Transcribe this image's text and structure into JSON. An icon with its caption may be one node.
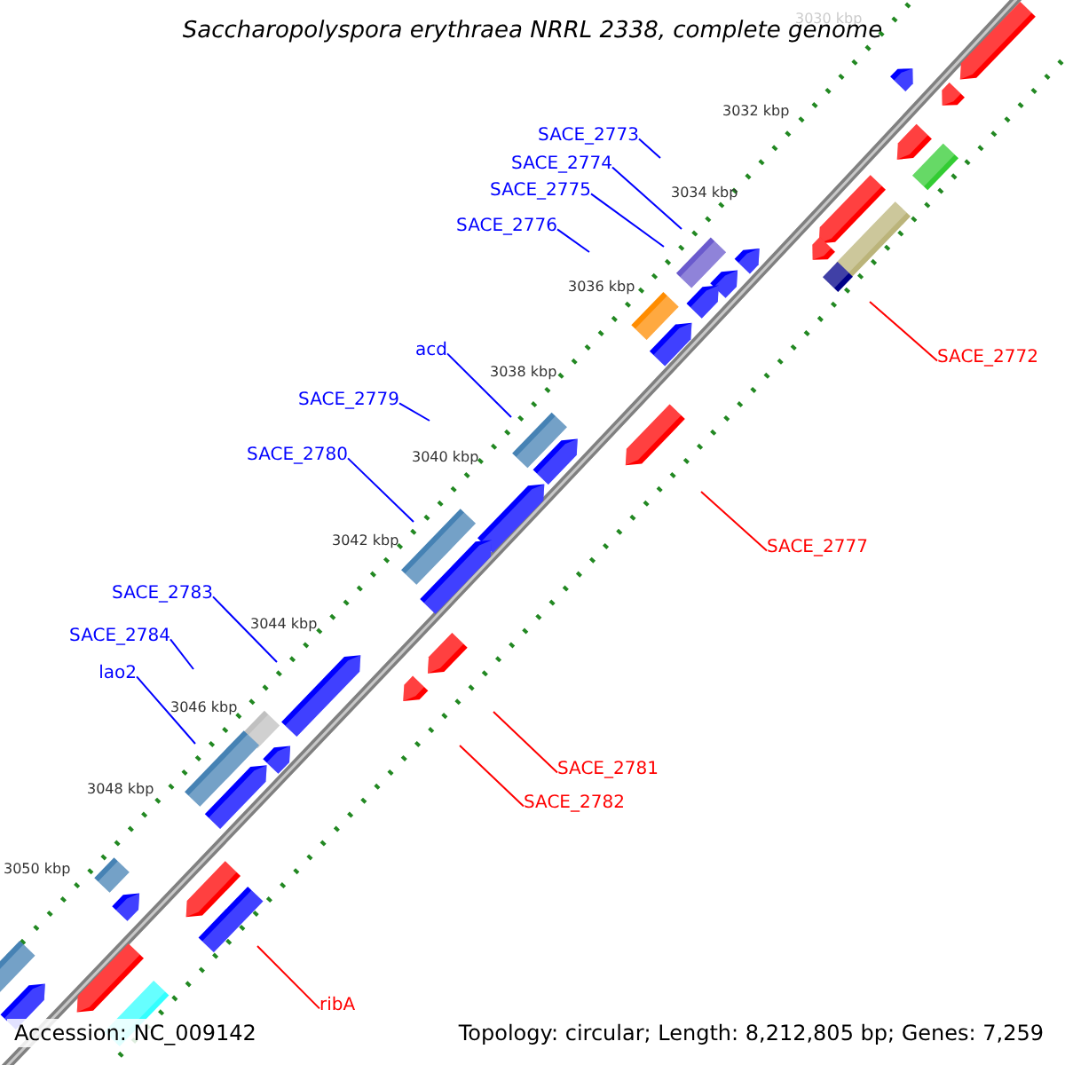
{
  "diagram": {
    "title": "Saccharopolyspora erythraea NRRL 2338, complete genome",
    "nodes": [
      {
        "text": [
          "SACE_2773"
        ]
      },
      {
        "text": [
          "SACE_2774"
        ]
      },
      {
        "text": [
          "SACE_2775"
        ]
      },
      {
        "text": [
          "SACE_2776"
        ]
      },
      {
        "text": [
          "acd"
        ]
      },
      {
        "text": [
          "SACE_2772"
        ]
      },
      {
        "text": [
          "SACE_2779"
        ]
      },
      {
        "text": [
          "SACE_2780"
        ]
      },
      {
        "text": [
          "SACE_2777"
        ]
      },
      {
        "text": [
          "SACE_2783"
        ]
      },
      {
        "text": [
          "SACE_2784"
        ]
      },
      {
        "text": [
          "lao2"
        ]
      },
      {
        "text": [
          "SACE_2781"
        ]
      },
      {
        "text": [
          "SACE_2782"
        ]
      },
      {
        "text": [
          "ribA"
        ]
      }
    ],
    "edges": [
      {
        "from": 0,
        "to": null,
        "arrow": "none"
      },
      {
        "from": 1,
        "to": null,
        "arrow": "none"
      },
      {
        "from": 2,
        "to": null,
        "arrow": "none"
      },
      {
        "from": 3,
        "to": null,
        "arrow": "none"
      },
      {
        "from": 4,
        "to": null,
        "arrow": "none"
      },
      {
        "from": 5,
        "to": null,
        "arrow": "none",
        "color": "#ff0000"
      },
      {
        "from": 6,
        "to": null,
        "arrow": "none"
      },
      {
        "from": 7,
        "to": null,
        "arrow": "none"
      },
      {
        "from": 8,
        "to": null,
        "arrow": "none",
        "color": "#ff0000"
      },
      {
        "from": 9,
        "to": null,
        "arrow": "none"
      },
      {
        "from": 10,
        "to": null,
        "arrow": "none"
      },
      {
        "from": 11,
        "to": null,
        "arrow": "none"
      },
      {
        "from": 12,
        "to": null,
        "arrow": "none",
        "color": "#ff0000"
      },
      {
        "from": 13,
        "to": null,
        "arrow": "none",
        "color": "#ff0000"
      },
      {
        "from": 14,
        "to": null,
        "arrow": "none",
        "color": "#ff0000"
      }
    ],
    "labels": [
      "3030 kbp",
      "3032 kbp",
      "3034 kbp",
      "3036 kbp",
      "3038 kbp",
      "3040 kbp",
      "3042 kbp",
      "3044 kbp",
      "3046 kbp",
      "3048 kbp",
      "3050 kbp",
      "Accession: NC_009142",
      "Topology: circular; Length: 8,212,805 bp; Genes: 7,259"
    ]
  }
}
